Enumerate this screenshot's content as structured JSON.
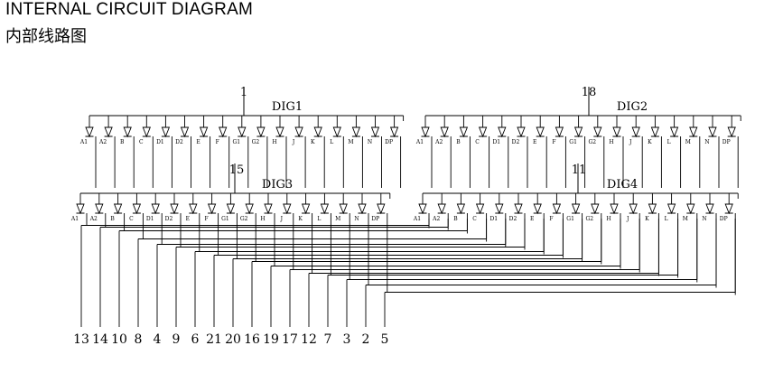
{
  "header": {
    "title_en": "INTERNAL CIRCUIT DIAGRAM",
    "title_cn": "内部线路图"
  },
  "digits": [
    {
      "name": "DIG1",
      "common_pin": "1"
    },
    {
      "name": "DIG2",
      "common_pin": "18"
    },
    {
      "name": "DIG3",
      "common_pin": "15"
    },
    {
      "name": "DIG4",
      "common_pin": "11"
    }
  ],
  "segments": [
    "A1",
    "A2",
    "B",
    "C",
    "D1",
    "D2",
    "E",
    "F",
    "G1",
    "G2",
    "H",
    "J",
    "K",
    "L",
    "M",
    "N",
    "DP"
  ],
  "pins": [
    "13",
    "14",
    "10",
    "8",
    "4",
    "9",
    "6",
    "21",
    "20",
    "16",
    "19",
    "17",
    "12",
    "7",
    "3",
    "2",
    "5"
  ],
  "colors": {
    "line": "#000000",
    "background": "#ffffff"
  }
}
